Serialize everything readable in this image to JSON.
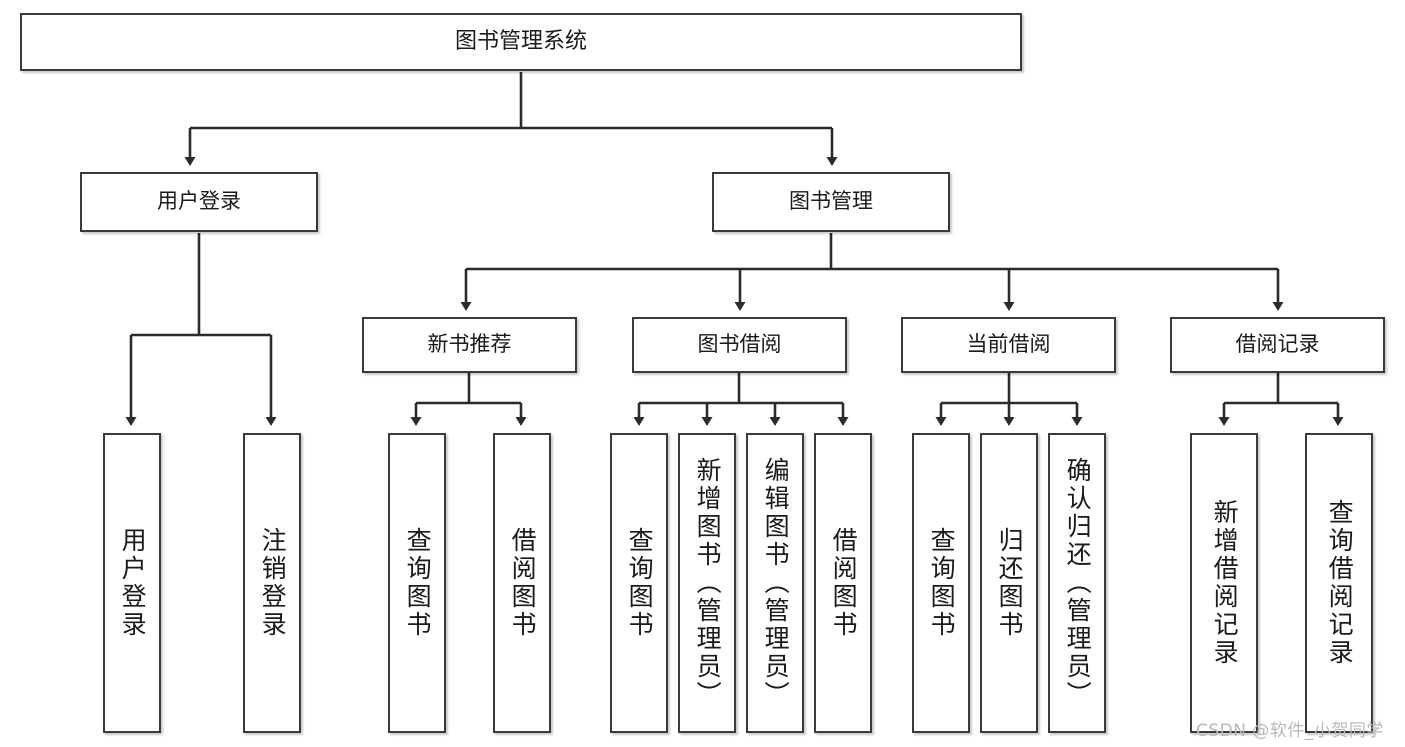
{
  "diagram": {
    "type": "tree-hierarchy",
    "title": "图书管理系统",
    "root": {
      "label": "图书管理系统"
    },
    "level2": [
      {
        "id": "user-login",
        "label": "用户登录"
      },
      {
        "id": "book-manage",
        "label": "图书管理"
      }
    ],
    "level3": [
      {
        "id": "new-book-rec",
        "label": "新书推荐"
      },
      {
        "id": "book-borrow",
        "label": "图书借阅"
      },
      {
        "id": "current-borrow",
        "label": "当前借阅"
      },
      {
        "id": "borrow-record",
        "label": "借阅记录"
      }
    ],
    "leaves": [
      {
        "id": "leaf-user-login",
        "label": "用户登录",
        "parent": "user-login"
      },
      {
        "id": "leaf-logout",
        "label": "注销登录",
        "parent": "user-login"
      },
      {
        "id": "leaf-query-book-1",
        "label": "查询图书",
        "parent": "new-book-rec"
      },
      {
        "id": "leaf-borrow-book-1",
        "label": "借阅图书",
        "parent": "new-book-rec"
      },
      {
        "id": "leaf-query-book-2",
        "label": "查询图书",
        "parent": "book-borrow"
      },
      {
        "id": "leaf-add-book",
        "label": "新增图书（管理员）",
        "parent": "book-borrow"
      },
      {
        "id": "leaf-edit-book",
        "label": "编辑图书（管理员）",
        "parent": "book-borrow"
      },
      {
        "id": "leaf-borrow-book-2",
        "label": "借阅图书",
        "parent": "book-borrow"
      },
      {
        "id": "leaf-query-book-3",
        "label": "查询图书",
        "parent": "current-borrow"
      },
      {
        "id": "leaf-return-book",
        "label": "归还图书",
        "parent": "current-borrow"
      },
      {
        "id": "leaf-confirm-return",
        "label": "确认归还（管理员）",
        "parent": "current-borrow"
      },
      {
        "id": "leaf-add-record",
        "label": "新增借阅记录",
        "parent": "borrow-record"
      },
      {
        "id": "leaf-query-record",
        "label": "查询借阅记录",
        "parent": "borrow-record"
      }
    ],
    "colors": {
      "border": "#3a3a3a",
      "line": "#2b2b2b",
      "background": "#ffffff",
      "text": "#1a1a1a",
      "watermark": "#b9b9b9"
    }
  },
  "watermark": {
    "text": "CSDN @软件_小贺同学"
  }
}
